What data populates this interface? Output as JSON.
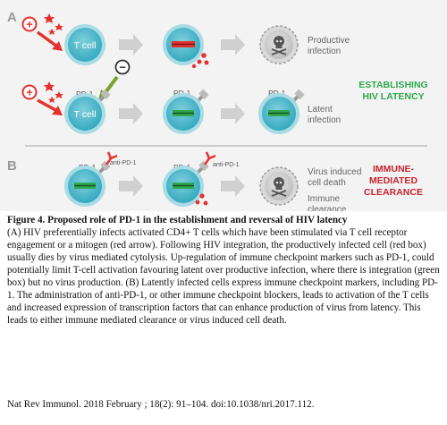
{
  "figure": {
    "panel_a_label": "A",
    "panel_b_label": "B",
    "cell_label": "T cell",
    "pd1_label": "PD-1",
    "anti_pd1_label": "anti-PD-1",
    "plus_symbol": "+",
    "minus_symbol": "−",
    "outcomes": {
      "productive_1": "Productive",
      "productive_2": "infection",
      "latent_1": "Latent",
      "latent_2": "infection",
      "virus_death_1": "Virus induced",
      "virus_death_2": "cell death",
      "immune_clear_1": "Immune",
      "immune_clear_2": "clearance"
    },
    "side_labels": {
      "establishing_1": "ESTABLISHING",
      "establishing_2": "HIV LATENCY",
      "reversal_1": "IMMUNE-",
      "reversal_2": "MEDIATED",
      "reversal_3": "CLEARANCE"
    },
    "colors": {
      "red": "#e5312f",
      "green": "#2fa84f",
      "olive": "#7aa32a",
      "cell_fill": "#4bb7c9",
      "cell_ring": "#a8dbe4",
      "arrow_grey": "#d0d0d0",
      "panel_bg": "#f2f2f2"
    }
  },
  "caption": {
    "title": "Figure 4. Proposed role of PD-1 in the establishment and reversal of HIV latency",
    "body": "(A) HIV preferentially infects activated CD4+ T cells which have been stimulated via T cell receptor engagement or a mitogen (red arrow). Following HIV integration, the productively infected cell (red box) usually dies by virus mediated cytolysis. Up-regulation of immune checkpoint markers such as PD-1, could potentially limit T-cell activation favouring latent over productive infection, where there is integration (green box) but no virus production. (B) Latently infected cells express immune checkpoint markers, including PD-1. The administration of anti-PD-1, or other immune checkpoint blockers, leads to activation of the T cells and increased expression of transcription factors that can enhance production of virus from latency. This leads to either immune mediated clearance or virus induced cell death."
  },
  "citation": "Nat Rev Immunol. 2018 February ; 18(2): 91–104. doi:10.1038/nri.2017.112."
}
